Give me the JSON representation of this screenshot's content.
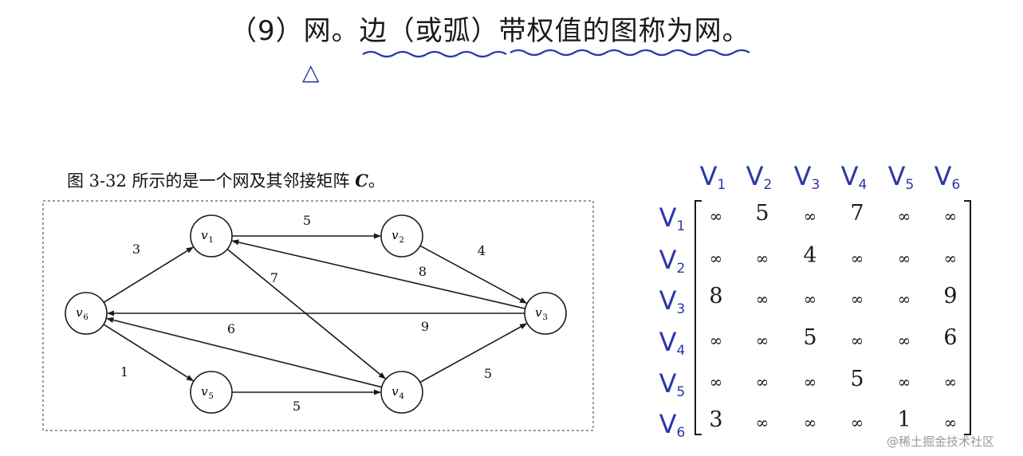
{
  "heading": {
    "text": "（9）网。边（或弧）带权值的图称为网。"
  },
  "caption": {
    "prefix": "图 3-32 所示的是一个网及其邻接矩阵 ",
    "matrix_name": "C",
    "suffix": "。"
  },
  "graph": {
    "nodes": [
      {
        "id": "v1",
        "base": "v",
        "sub": "1"
      },
      {
        "id": "v2",
        "base": "v",
        "sub": "2"
      },
      {
        "id": "v3",
        "base": "v",
        "sub": "3"
      },
      {
        "id": "v4",
        "base": "v",
        "sub": "4"
      },
      {
        "id": "v5",
        "base": "v",
        "sub": "5"
      },
      {
        "id": "v6",
        "base": "v",
        "sub": "6"
      }
    ],
    "edges": [
      {
        "from": "v6",
        "to": "v1",
        "weight": "3"
      },
      {
        "from": "v1",
        "to": "v2",
        "weight": "5"
      },
      {
        "from": "v2",
        "to": "v3",
        "weight": "4"
      },
      {
        "from": "v3",
        "to": "v1",
        "weight": "8"
      },
      {
        "from": "v1",
        "to": "v4",
        "weight": "7"
      },
      {
        "from": "v3",
        "to": "v6",
        "weight": "9"
      },
      {
        "from": "v4",
        "to": "v6",
        "weight": "6"
      },
      {
        "from": "v6",
        "to": "v5",
        "weight": "1"
      },
      {
        "from": "v5",
        "to": "v4",
        "weight": "5"
      },
      {
        "from": "v4",
        "to": "v3",
        "weight": "5"
      }
    ]
  },
  "matrix": {
    "column_labels": [
      "V1",
      "V2",
      "V3",
      "V4",
      "V5",
      "V6"
    ],
    "row_labels": [
      "V1",
      "V2",
      "V3",
      "V4",
      "V5",
      "V6"
    ],
    "infinity_symbol": "∞",
    "rows": [
      [
        "∞",
        "5",
        "∞",
        "7",
        "∞",
        "∞"
      ],
      [
        "∞",
        "∞",
        "4",
        "∞",
        "∞",
        "∞"
      ],
      [
        "8",
        "∞",
        "∞",
        "∞",
        "∞",
        "9"
      ],
      [
        "∞",
        "∞",
        "5",
        "∞",
        "∞",
        "6"
      ],
      [
        "∞",
        "∞",
        "∞",
        "5",
        "∞",
        "∞"
      ],
      [
        "3",
        "∞",
        "∞",
        "∞",
        "1",
        "∞"
      ]
    ]
  },
  "annotation": {
    "triangle_mark": "△"
  },
  "watermark": {
    "text": "@稀土掘金技术社区"
  },
  "colors": {
    "ink": "#1a1a1a",
    "handwriting": "#2b37a8",
    "watermark": "#9a9a9a"
  }
}
